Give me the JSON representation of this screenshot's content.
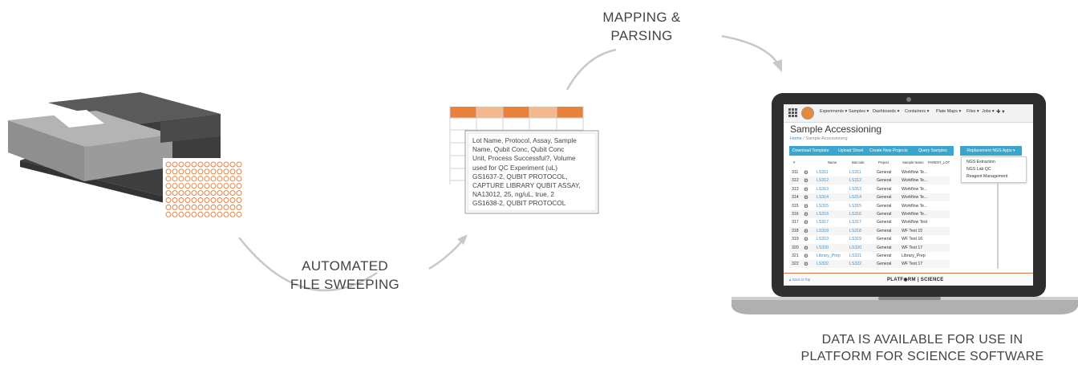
{
  "labels": {
    "mapping": [
      "MAPPING &",
      "PARSING"
    ],
    "sweeping": [
      "AUTOMATED",
      "FILE SWEEPING"
    ],
    "available": [
      "DATA IS AVAILABLE FOR USE IN",
      "PLATFORM FOR SCIENCE SOFTWARE"
    ]
  },
  "document_lines": [
    "Lot Name, Protocol, Assay, Sample",
    "Name, Qubit Conc, Qubit Conc",
    "Unit, Process Successful?, Volume",
    "used for QC Experiment (uL)",
    "GS1637-2, QUBIT PROTOCOL,",
    "CAPTURE LIBRARY QUBIT ASSAY,",
    "NA13012, 25, ng/uL, true, 2",
    "GS1638-2, QUBIT PROTOCOL"
  ],
  "colors": {
    "orange": "#e8813a",
    "peach": "#f4b98d",
    "teal": "#3aa6cf",
    "link": "#3a8fd0",
    "arrow": "#c8c8c8"
  },
  "app": {
    "nav": [
      "Experiments ▾",
      "Samples ▾",
      "Dashboards ▾",
      "Containers ▾",
      "Plate Maps ▾",
      "Files ▾",
      "Jobs ▾",
      "✚ ▾"
    ],
    "title": "Sample Accessioning",
    "breadcrumb_home": "Home",
    "breadcrumb_sep": "/",
    "breadcrumb_current": "Sample Accessioning",
    "toolbar": [
      "Download Template",
      "Upload Sheet",
      "Create New Projects",
      "Query Samples"
    ],
    "replacement_button": "Replacement NGS Apps ▾",
    "dropdown": [
      "NGS Extraction",
      "NGS Lab QC",
      "Reagent Management"
    ],
    "columns": [
      "#",
      "Name",
      "Barcode",
      "Project",
      "Sample Name",
      "PARENT_LOT"
    ],
    "rows": [
      {
        "num": "311",
        "name": "LS311",
        "barcode": "LS311",
        "project": "General",
        "sample": "Workflow Te..."
      },
      {
        "num": "312",
        "name": "LS312",
        "barcode": "LS312",
        "project": "General",
        "sample": "Workflow Te..."
      },
      {
        "num": "313",
        "name": "LS313",
        "barcode": "LS313",
        "project": "General",
        "sample": "Workflow Te..."
      },
      {
        "num": "314",
        "name": "LS314",
        "barcode": "LS314",
        "project": "General",
        "sample": "Workflow Te..."
      },
      {
        "num": "315",
        "name": "LS315",
        "barcode": "LS315",
        "project": "General",
        "sample": "Workflow Te..."
      },
      {
        "num": "316",
        "name": "LS316",
        "barcode": "LS316",
        "project": "General",
        "sample": "Workflow Te..."
      },
      {
        "num": "317",
        "name": "LS317",
        "barcode": "LS317",
        "project": "General",
        "sample": "Workflow Test"
      },
      {
        "num": "318",
        "name": "LS318",
        "barcode": "LS318",
        "project": "General",
        "sample": "WF Test 15"
      },
      {
        "num": "319",
        "name": "LS319",
        "barcode": "LS319",
        "project": "General",
        "sample": "WF Test 16"
      },
      {
        "num": "320",
        "name": "LS320",
        "barcode": "LS320",
        "project": "General",
        "sample": "WF Test 17"
      },
      {
        "num": "321",
        "name": "Library_Prep",
        "barcode": "LS321",
        "project": "General",
        "sample": "Library_Prep"
      },
      {
        "num": "322",
        "name": "LS322",
        "barcode": "LS322",
        "project": "General",
        "sample": "WF Test 17"
      }
    ],
    "footer_back": "▲ Back to Top",
    "footer_brand": "PLATF◉RM | SCIENCE"
  }
}
